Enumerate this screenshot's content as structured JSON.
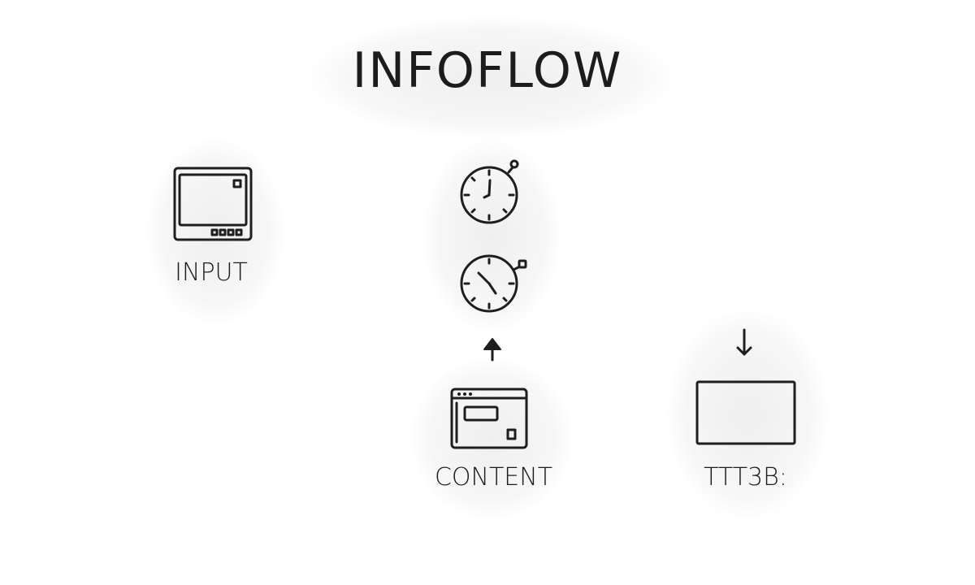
{
  "diagram": {
    "title": "INFOFLOW",
    "nodes": [
      {
        "id": "input",
        "label": "INPUT",
        "icon": "monitor-icon"
      },
      {
        "id": "timer-top",
        "label": "",
        "icon": "stopwatch-icon"
      },
      {
        "id": "timer-bottom",
        "label": "",
        "icon": "stopwatch-icon"
      },
      {
        "id": "content",
        "label": "CONTENT",
        "icon": "browser-window-icon"
      },
      {
        "id": "output",
        "label": "TTT3B:",
        "icon": "empty-box-icon"
      }
    ],
    "arrows": [
      {
        "near": "content",
        "direction": "up"
      },
      {
        "near": "output",
        "direction": "down"
      }
    ],
    "colors": {
      "ink": "#1e1e1e",
      "background": "#ffffff",
      "halo": "#eeeeee"
    }
  }
}
